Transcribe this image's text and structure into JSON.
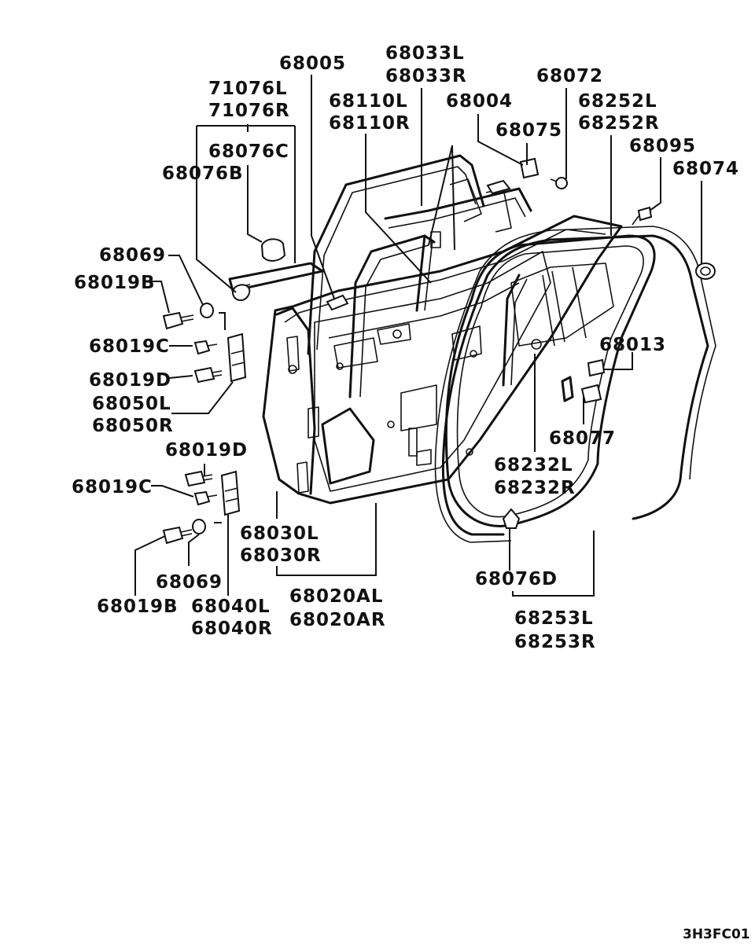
{
  "diagram": {
    "code": "3H3FC01",
    "labels": {
      "p68005": "68005",
      "p68033L": "68033L",
      "p68033R": "68033R",
      "p71076L": "71076L",
      "p71076R": "71076R",
      "p68110L": "68110L",
      "p68110R": "68110R",
      "p68004": "68004",
      "p68072": "68072",
      "p68075": "68075",
      "p68252L": "68252L",
      "p68252R": "68252R",
      "p68076C": "68076C",
      "p68076B": "68076B",
      "p68095": "68095",
      "p68074": "68074",
      "p68069a": "68069",
      "p68019Ba": "68019B",
      "p68019Ca": "68019C",
      "p68019Da": "68019D",
      "p68050L": "68050L",
      "p68050R": "68050R",
      "p68013": "68013",
      "p68077": "68077",
      "p68232L": "68232L",
      "p68232R": "68232R",
      "p68019Db": "68019D",
      "p68019Cb": "68019C",
      "p68030L": "68030L",
      "p68030R": "68030R",
      "p68069b": "68069",
      "p68019Bb": "68019B",
      "p68040L": "68040L",
      "p68040R": "68040R",
      "p68020AL": "68020AL",
      "p68020AR": "68020AR",
      "p68076D": "68076D",
      "p68253L": "68253L",
      "p68253R": "68253R"
    }
  }
}
